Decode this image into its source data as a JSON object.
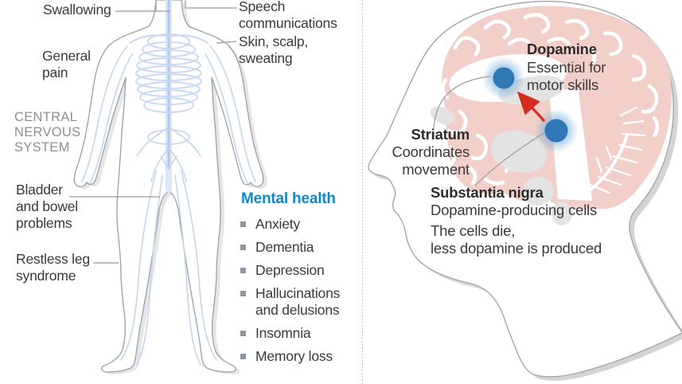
{
  "colors": {
    "label_text": "#3a3a3a",
    "muted_label": "#8f8f8f",
    "mental_health_blue": "#1088cc",
    "bullet_gray": "#8d95a0",
    "nerve_blue": "#c6d7f2",
    "spine_blue": "#aec9ec",
    "body_outline_gray": "#9aa0a6",
    "brain_pink": "#f2d0c9",
    "structure_gray": "#e3e3e3",
    "dopamine_dot_blue": "#2f78b5",
    "arrow_red": "#d62b1f",
    "leader_line_gray": "#9b9b9b",
    "divider_gray": "#a9b2ba"
  },
  "body_panel": {
    "labels": {
      "swallowing": "Swallowing",
      "speech": "Speech\ncommunications",
      "skin": "Skin, scalp,\nsweating",
      "general_pain": "General\npain",
      "cns": "CENTRAL\nNERVOUS\nSYSTEM",
      "bladder": "Bladder\nand bowel\nproblems",
      "restless_leg": "Restless leg\nsyndrome"
    },
    "mental_health": {
      "title": "Mental health",
      "items": [
        "Anxiety",
        "Dementia",
        "Depression",
        "Hallucinations and delusions",
        "Insomnia",
        "Memory loss"
      ]
    }
  },
  "brain_panel": {
    "dopamine": {
      "title": "Dopamine",
      "desc": "Essential for\nmotor skills"
    },
    "striatum": {
      "title": "Striatum",
      "desc": "Coordinates\nmovement"
    },
    "substantia_nigra": {
      "title": "Substantia nigra",
      "desc": "Dopamine-producing cells",
      "note": "The cells die,\nless dopamine is produced"
    }
  }
}
